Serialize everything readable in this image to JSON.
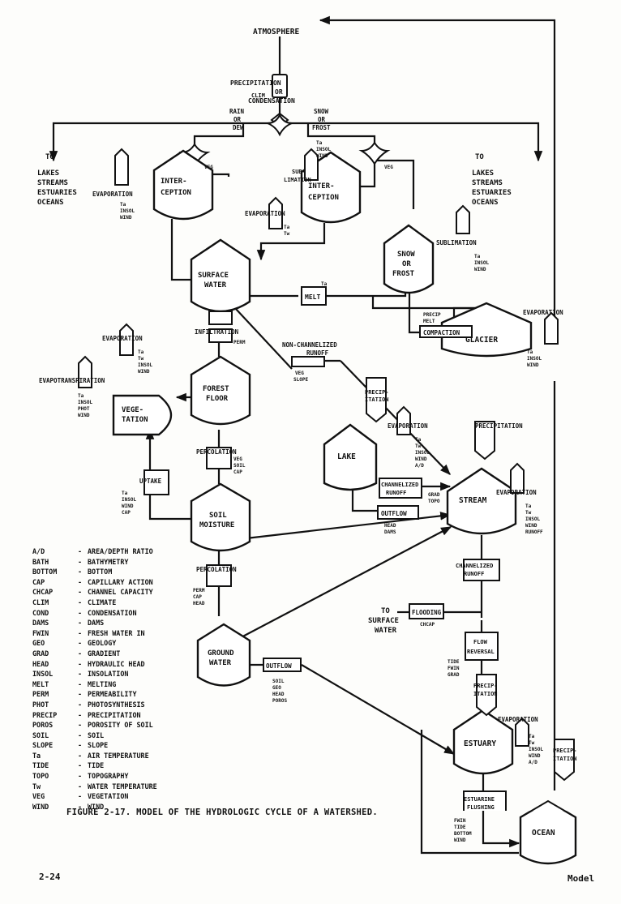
{
  "figure": {
    "caption": "FIGURE 2-17.  MODEL OF THE HYDROLOGIC CYCLE OF A WATERSHED.",
    "page_number": "2-24",
    "footer_right": "Model"
  },
  "nodes": {
    "atmosphere": "ATMOSPHERE",
    "interception_left": [
      "INTER-",
      "CEPTION"
    ],
    "interception_right": [
      "INTER-",
      "CEPTION"
    ],
    "surface_water": [
      "SURFACE",
      "WATER"
    ],
    "snow_or_frost": [
      "SNOW",
      "OR",
      "FROST"
    ],
    "glacier": "GLACIER",
    "forest_floor": [
      "FOREST",
      "FLOOR"
    ],
    "vegetation": [
      "VEGE-",
      "TATION"
    ],
    "soil_moisture": [
      "SOIL",
      "MOISTURE"
    ],
    "lake": "LAKE",
    "stream": "STREAM",
    "ground_water": [
      "GROUND",
      "WATER"
    ],
    "estuary": "ESTUARY",
    "ocean": "OCEAN"
  },
  "processes": {
    "precip_condensation": [
      "PRECIPITATION",
      "OR",
      "CONDENSATION"
    ],
    "rain_or_dew": [
      "RAIN",
      "OR",
      "DEW"
    ],
    "snow_or_frost": [
      "SNOW",
      "OR",
      "FROST"
    ],
    "sublimation_left": [
      "SUB-",
      "LIMATION"
    ],
    "sublimation_right": "SUBLIMATION",
    "melt": "MELT",
    "compaction": "COMPACTION",
    "infiltration": "INFILTRATION",
    "non_channelized_runoff": [
      "NON-CHANNELIZED",
      "RUNOFF"
    ],
    "percolation_1": "PERCOLATION",
    "percolation_2": "PERCOLATION",
    "uptake": "UPTAKE",
    "channelized_runoff_1": [
      "CHANNELIZED",
      "RUNOFF"
    ],
    "channelized_runoff_2": [
      "CHANNELIZED",
      "RUNOFF"
    ],
    "outflow_lake": "OUTFLOW",
    "outflow_ground": "OUTFLOW",
    "flooding": "FLOODING",
    "flow_reversal": [
      "FLOW",
      "REVERSAL"
    ],
    "estuarine_flushing": [
      "ESTUARINE",
      "FLUSHING"
    ],
    "evaporation": "EVAPORATION",
    "evapotranspiration": "EVAPOTRANSPIRATION",
    "precipitation": "PRECIPITATION",
    "precip_split": [
      "PRECIP-",
      "ITATION"
    ]
  },
  "labels": {
    "to_lakes": [
      "TO",
      "LAKES",
      "STREAMS",
      "ESTUARIES",
      "OCEANS"
    ],
    "to_surface_water": [
      "TO",
      "SURFACE",
      "WATER"
    ],
    "veg": "VEG",
    "clim": "CLIM",
    "perm": "PERM",
    "veg_slope": [
      "VEG",
      "SLOPE"
    ],
    "veg_soil_cap": [
      "VEG",
      "SOIL",
      "CAP"
    ],
    "perm_cap_head": [
      "PERM",
      "CAP",
      "HEAD"
    ],
    "grad_topo": [
      "GRAD",
      "TOPO"
    ],
    "head_dams": [
      "HEAD",
      "DAMS"
    ],
    "chcap": "CHCAP",
    "soil_geo_head_poros": [
      "SOIL",
      "GEO",
      "HEAD",
      "POROS"
    ],
    "tide_fwin_grad": [
      "TIDE",
      "FWIN",
      "GRAD"
    ],
    "fwin_tide_bottom_wind": [
      "FWIN",
      "TIDE",
      "BOTTOM",
      "WIND"
    ],
    "precip_melt": [
      "PRECIP",
      "MELT"
    ],
    "ta": "Ta",
    "ta_insol_wind": [
      "Ta",
      "INSOL",
      "WIND"
    ],
    "ta_tw_insol_wind": [
      "Ta",
      "Tw",
      "INSOL",
      "WIND"
    ],
    "ta_tw": [
      "Ta",
      "Tw"
    ],
    "ta_insol_phot_wind": [
      "Ta",
      "INSOL",
      "PHOT",
      "WIND"
    ],
    "ta_insol_wind_cap": [
      "Ta",
      "INSOL",
      "WIND",
      "CAP"
    ],
    "ta_tw_insol_wind_ad": [
      "Ta",
      "Tw",
      "INSOL",
      "WIND",
      "A/D"
    ],
    "ta_tw_insol_wind_runoff": [
      "Ta",
      "Tw",
      "INSOL",
      "WIND",
      "RUNOFF"
    ]
  },
  "legend": [
    {
      "abbr": "A/D",
      "meaning": "AREA/DEPTH RATIO"
    },
    {
      "abbr": "BATH",
      "meaning": "BATHYMETRY"
    },
    {
      "abbr": "BOTTOM",
      "meaning": "BOTTOM"
    },
    {
      "abbr": "CAP",
      "meaning": "CAPILLARY ACTION"
    },
    {
      "abbr": "CHCAP",
      "meaning": "CHANNEL CAPACITY"
    },
    {
      "abbr": "CLIM",
      "meaning": "CLIMATE"
    },
    {
      "abbr": "COND",
      "meaning": "CONDENSATION"
    },
    {
      "abbr": "DAMS",
      "meaning": "DAMS"
    },
    {
      "abbr": "FWIN",
      "meaning": "FRESH WATER IN"
    },
    {
      "abbr": "GEO",
      "meaning": "GEOLOGY"
    },
    {
      "abbr": "GRAD",
      "meaning": "GRADIENT"
    },
    {
      "abbr": "HEAD",
      "meaning": "HYDRAULIC HEAD"
    },
    {
      "abbr": "INSOL",
      "meaning": "INSOLATION"
    },
    {
      "abbr": "MELT",
      "meaning": "MELTING"
    },
    {
      "abbr": "PERM",
      "meaning": "PERMEABILITY"
    },
    {
      "abbr": "PHOT",
      "meaning": "PHOTOSYNTHESIS"
    },
    {
      "abbr": "PRECIP",
      "meaning": "PRECIPITATION"
    },
    {
      "abbr": "POROS",
      "meaning": "POROSITY OF SOIL"
    },
    {
      "abbr": "SOIL",
      "meaning": "SOIL"
    },
    {
      "abbr": "SLOPE",
      "meaning": "SLOPE"
    },
    {
      "abbr": "Ta",
      "meaning": "AIR TEMPERATURE"
    },
    {
      "abbr": "TIDE",
      "meaning": "TIDE"
    },
    {
      "abbr": "TOPO",
      "meaning": "TOPOGRAPHY"
    },
    {
      "abbr": "Tw",
      "meaning": "WATER TEMPERATURE"
    },
    {
      "abbr": "VEG",
      "meaning": "VEGETATION"
    },
    {
      "abbr": "WIND",
      "meaning": "WIND"
    }
  ]
}
